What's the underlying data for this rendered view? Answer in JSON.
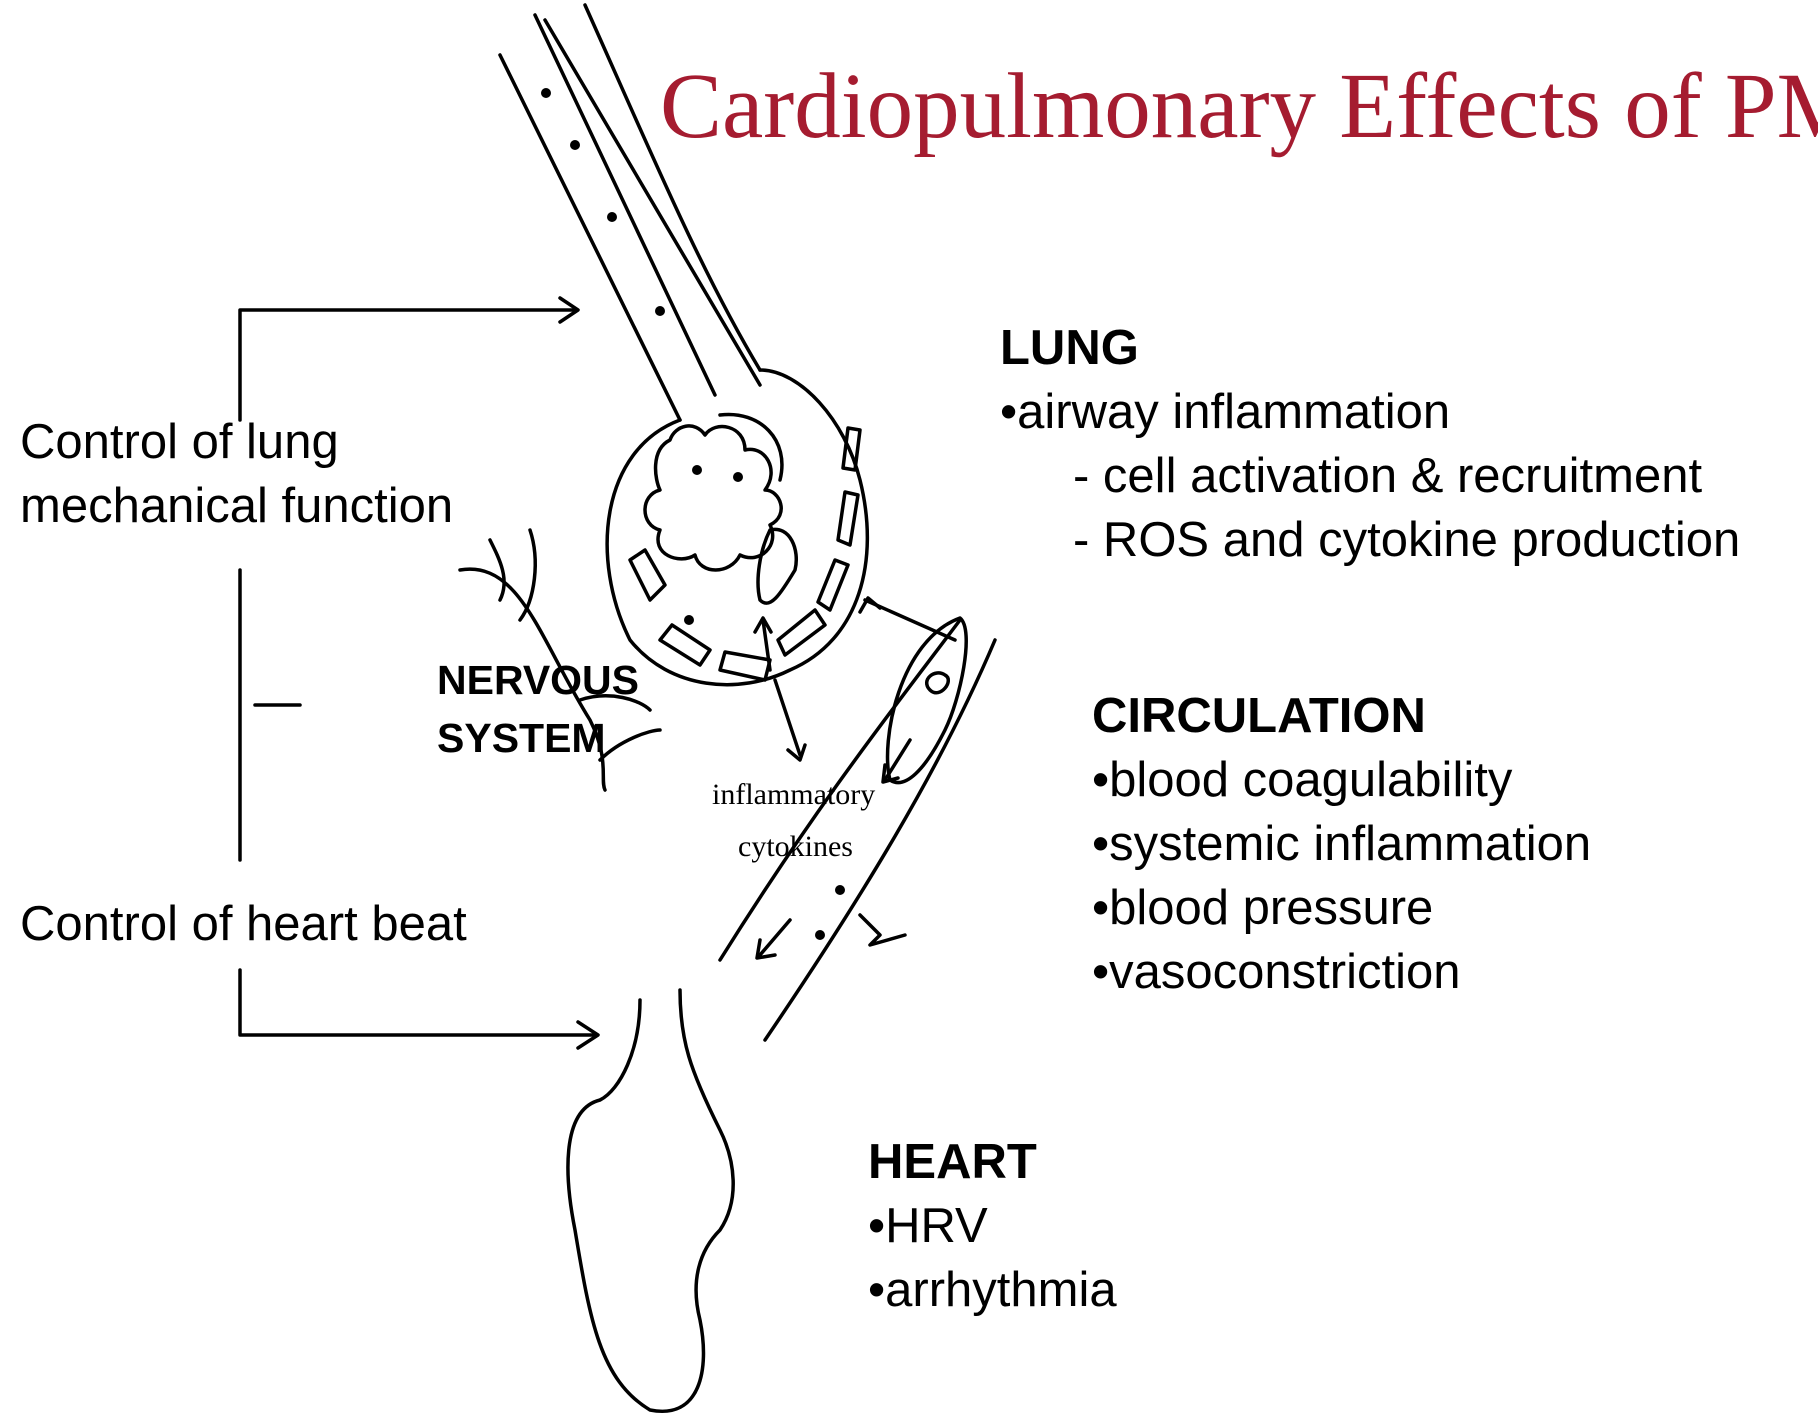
{
  "title": "Cardiopulmonary Effects of PM",
  "title_color": "#A51C30",
  "left_labels": {
    "lung_control_line1": "Control of lung",
    "lung_control_line2": "mechanical function",
    "heart_control": "Control of heart beat"
  },
  "nervous_system": {
    "line1": "NERVOUS",
    "line2": "SYSTEM"
  },
  "annotations": {
    "inflammatory": "inflammatory",
    "cytokines": "cytokines"
  },
  "lung": {
    "heading": "LUNG",
    "items": [
      "•airway inflammation",
      "- cell activation & recruitment",
      "- ROS and cytokine production"
    ]
  },
  "circulation": {
    "heading": "CIRCULATION",
    "items": [
      "•blood coagulability",
      "•systemic inflammation",
      "•blood pressure",
      "•vasoconstriction"
    ]
  },
  "heart": {
    "heading": "HEART",
    "items": [
      "•HRV",
      "•arrhythmia"
    ]
  }
}
